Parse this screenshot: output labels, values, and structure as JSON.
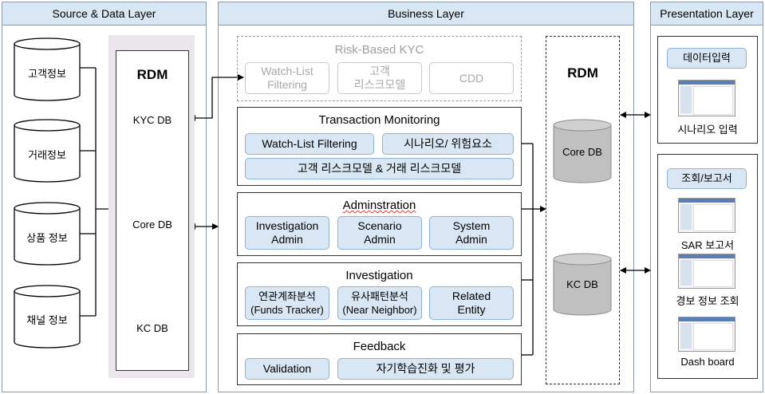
{
  "layers": {
    "source": "Source & Data Layer",
    "business": "Business Layer",
    "presentation": "Presentation Layer"
  },
  "source_dbs": [
    "고객정보",
    "거래정보",
    "상품 정보",
    "채널 정보"
  ],
  "rdm_left": {
    "title": "RDM",
    "dbs": [
      "KYC DB",
      "Core DB",
      "KC DB"
    ]
  },
  "rdm_right": {
    "title": "RDM",
    "dbs": [
      "Core DB",
      "KC DB"
    ]
  },
  "risk_kyc": {
    "title": "Risk-Based KYC",
    "items": [
      "Watch-List Filtering",
      "고객 리스크모델",
      "CDD"
    ]
  },
  "transaction": {
    "title": "Transaction Monitoring",
    "items": [
      "Watch-List Filtering",
      "시나리오/ 위험요소",
      "고객 리스크모델 & 거래 리스크모델"
    ]
  },
  "administration": {
    "title": "Adminstration",
    "items": [
      "Investigation Admin",
      "Scenario Admin",
      "System Admin"
    ]
  },
  "investigation": {
    "title": "Investigation",
    "items": [
      "연관계좌분석 (Funds Tracker)",
      "유사패턴분석 (Near Neighbor)",
      "Related Entity"
    ]
  },
  "feedback": {
    "title": "Feedback",
    "items": [
      "Validation",
      "자기학습진화 및 평가"
    ]
  },
  "presentation": {
    "group1": {
      "title": "데이터입력",
      "captions": [
        "시나리오 입력"
      ]
    },
    "group2": {
      "title": "조회/보고서",
      "captions": [
        "SAR 보고서",
        "경보 정보 조회",
        "Dash board"
      ]
    }
  }
}
